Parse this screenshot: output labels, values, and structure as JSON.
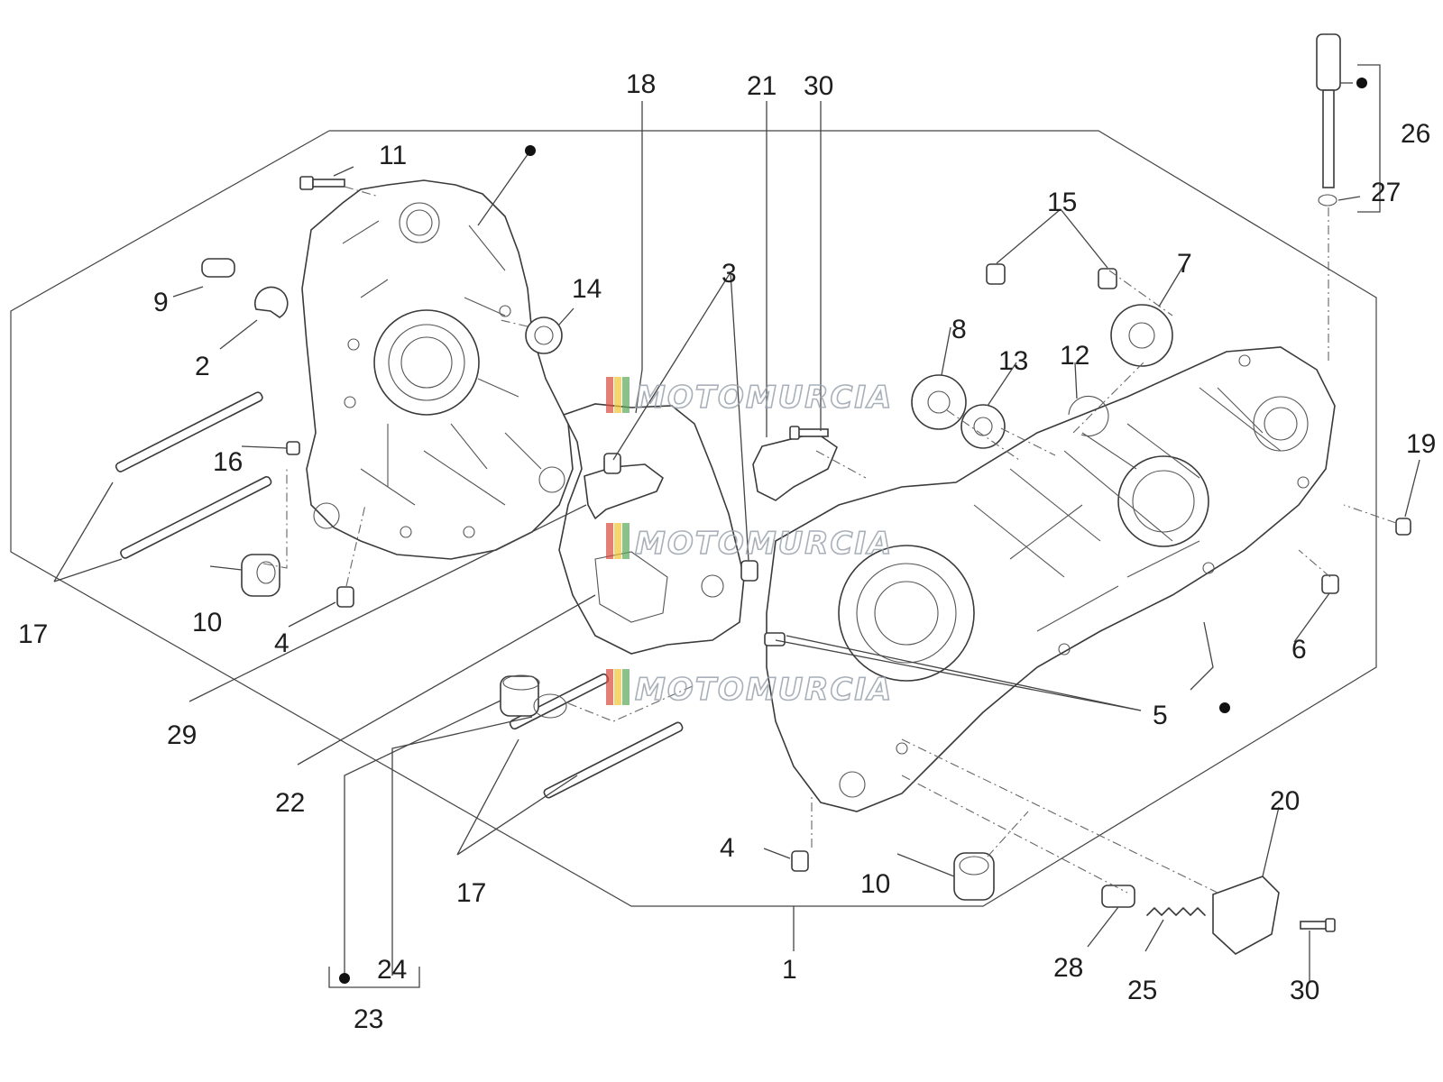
{
  "callouts": {
    "c1": "1",
    "c2": "2",
    "c3": "3",
    "c4a": "4",
    "c4b": "4",
    "c5": "5",
    "c6": "6",
    "c7": "7",
    "c8": "8",
    "c9": "9",
    "c10a": "10",
    "c10b": "10",
    "c11": "11",
    "c12": "12",
    "c13": "13",
    "c14": "14",
    "c15": "15",
    "c16": "16",
    "c17a": "17",
    "c17b": "17",
    "c18": "18",
    "c19": "19",
    "c20": "20",
    "c21": "21",
    "c22": "22",
    "c23": "23",
    "c24": "24",
    "c25": "25",
    "c26": "26",
    "c27": "27",
    "c28": "28",
    "c29": "29",
    "c30a": "30",
    "c30b": "30"
  },
  "watermark": {
    "text": "MOTOMURCIA",
    "colors": [
      "#d9483b",
      "#f2c230",
      "#5aa85a"
    ]
  }
}
